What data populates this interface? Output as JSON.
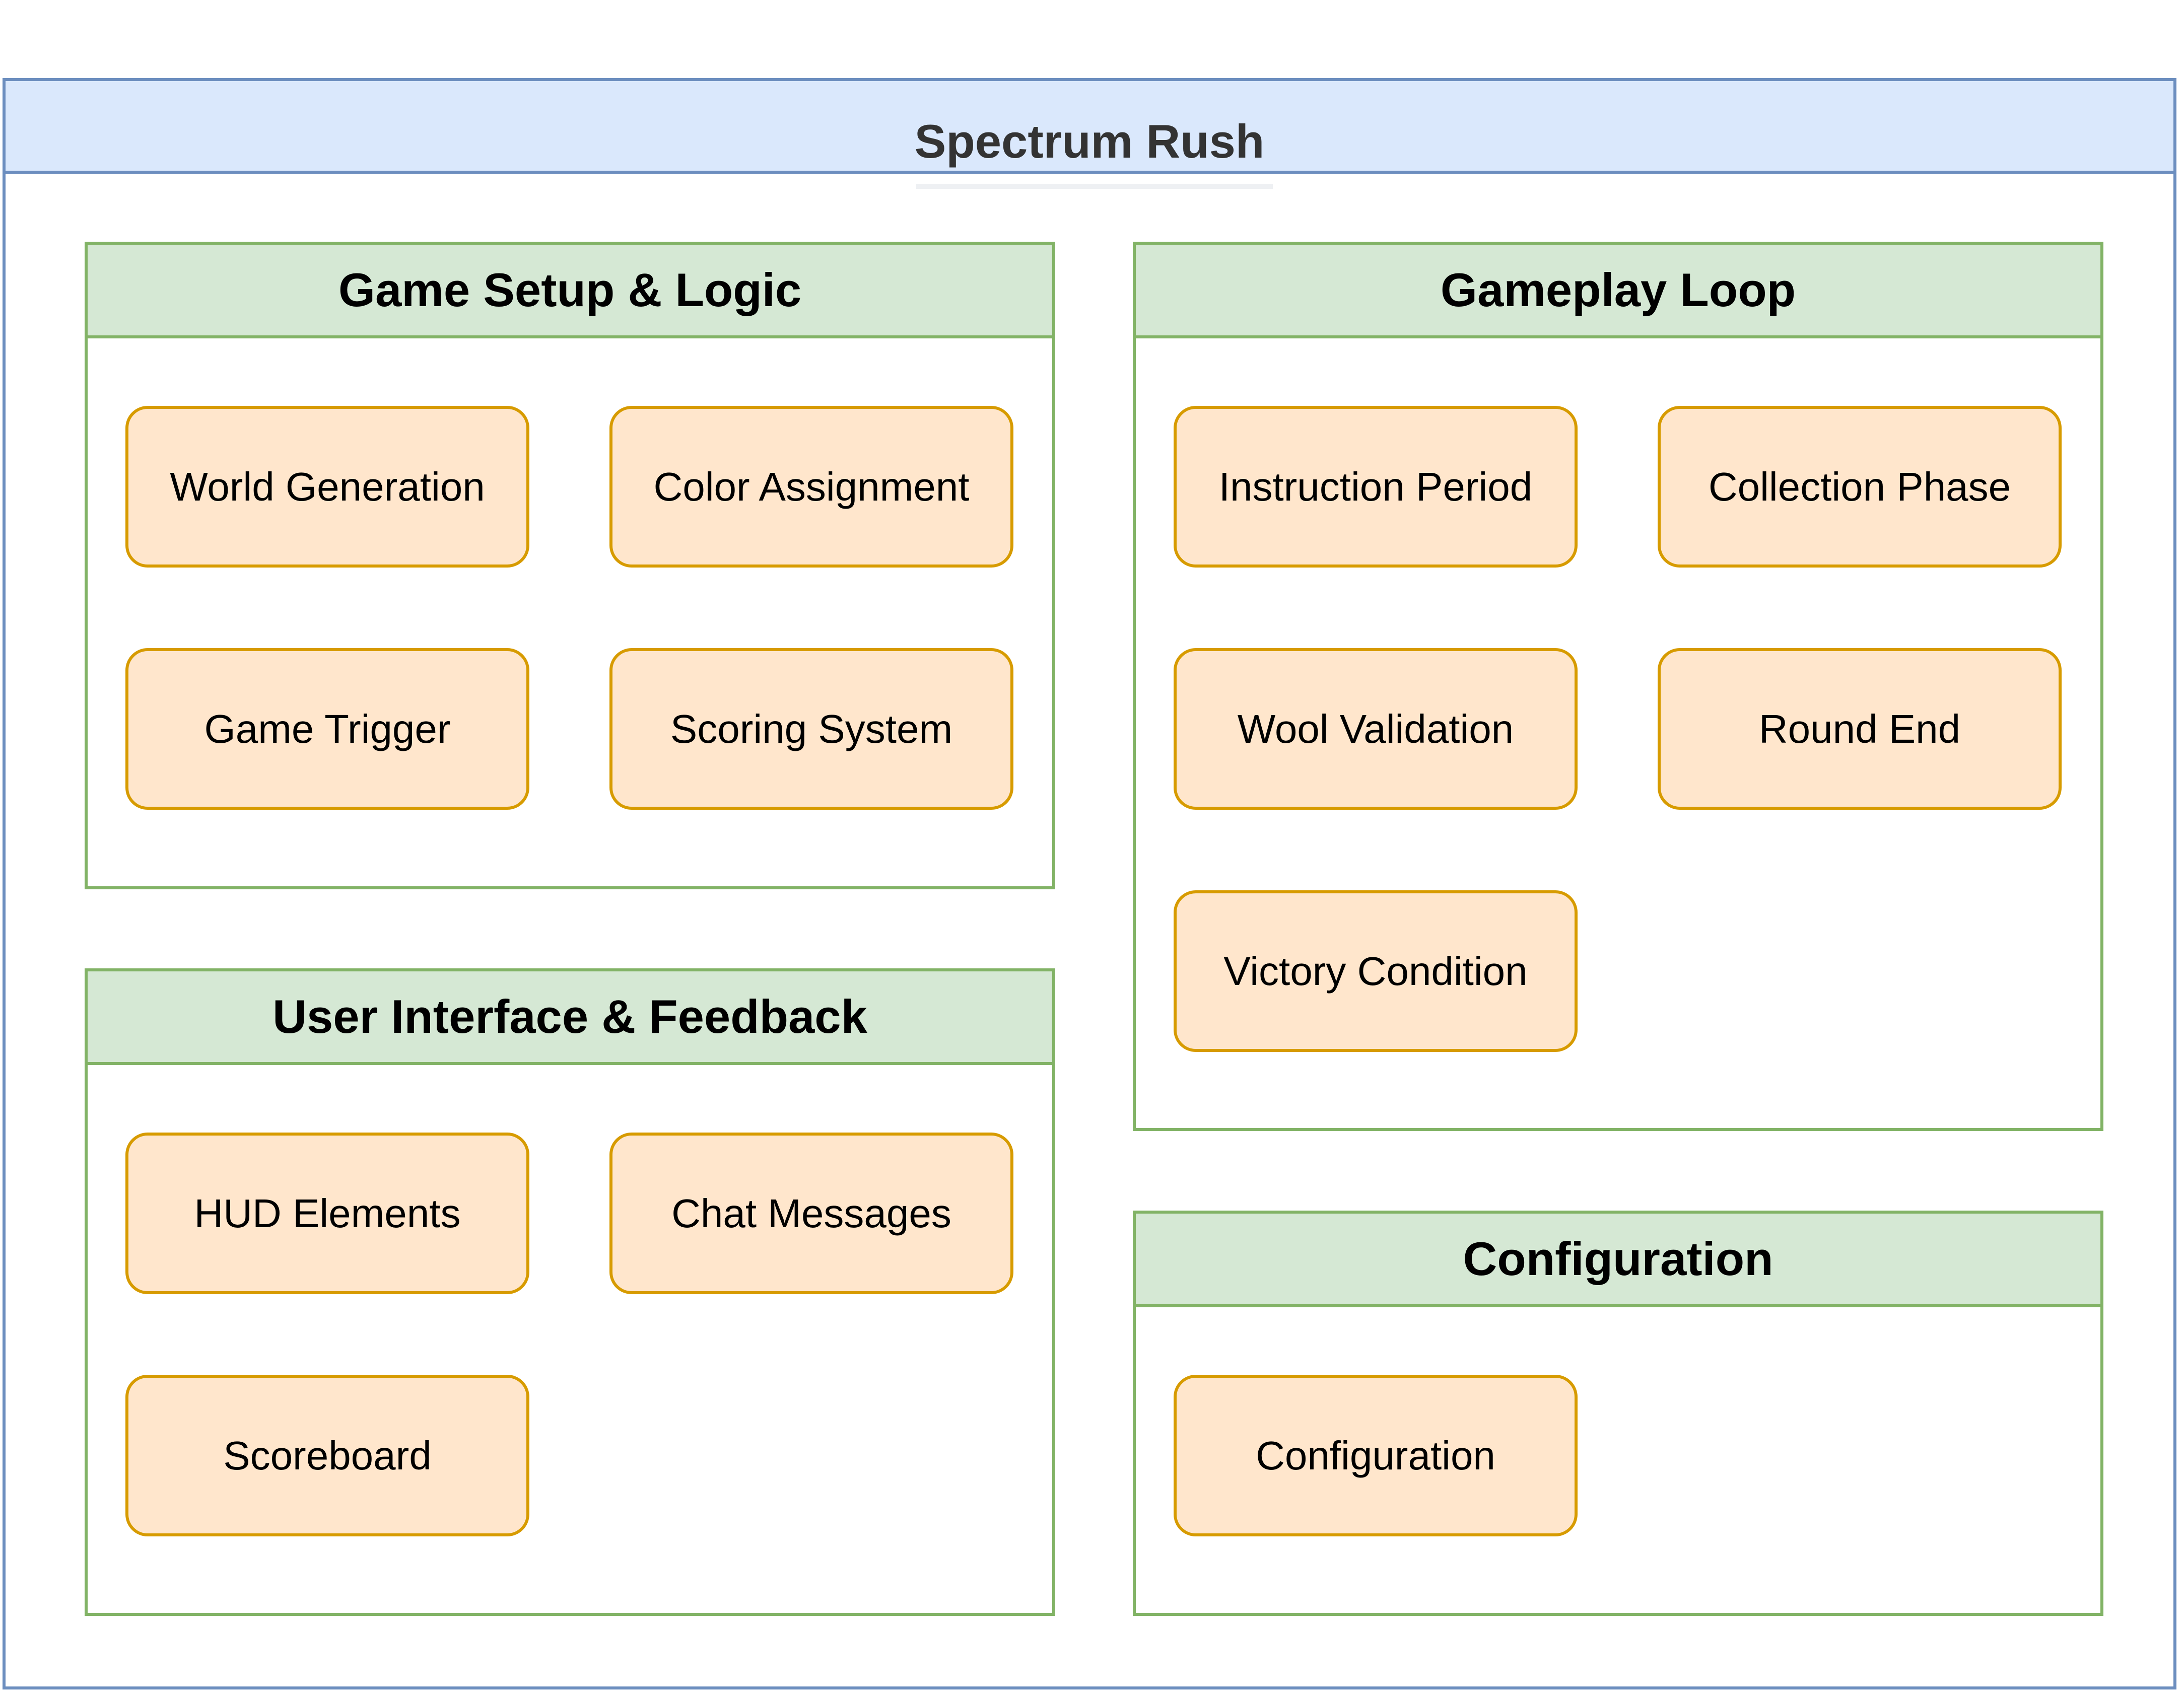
{
  "diagram": {
    "title": "Spectrum Rush",
    "groups": [
      {
        "title": "Game Setup & Logic",
        "nodes": [
          "World Generation",
          "Color Assignment",
          "Game Trigger",
          "Scoring System"
        ]
      },
      {
        "title": "Gameplay Loop",
        "nodes": [
          "Instruction Period",
          "Collection Phase",
          "Wool Validation",
          "Round End",
          "Victory Condition"
        ]
      },
      {
        "title": "User Interface & Feedback",
        "nodes": [
          "HUD Elements",
          "Chat Messages",
          "Scoreboard"
        ]
      },
      {
        "title": "Configuration",
        "nodes": [
          "Configuration"
        ]
      }
    ]
  },
  "colors": {
    "outer_fill": "#dae8fc",
    "outer_stroke": "#6c8ebf",
    "group_fill": "#d5e8d4",
    "group_stroke": "#82b366",
    "node_fill": "#ffe6cc",
    "node_stroke": "#d79b00"
  }
}
